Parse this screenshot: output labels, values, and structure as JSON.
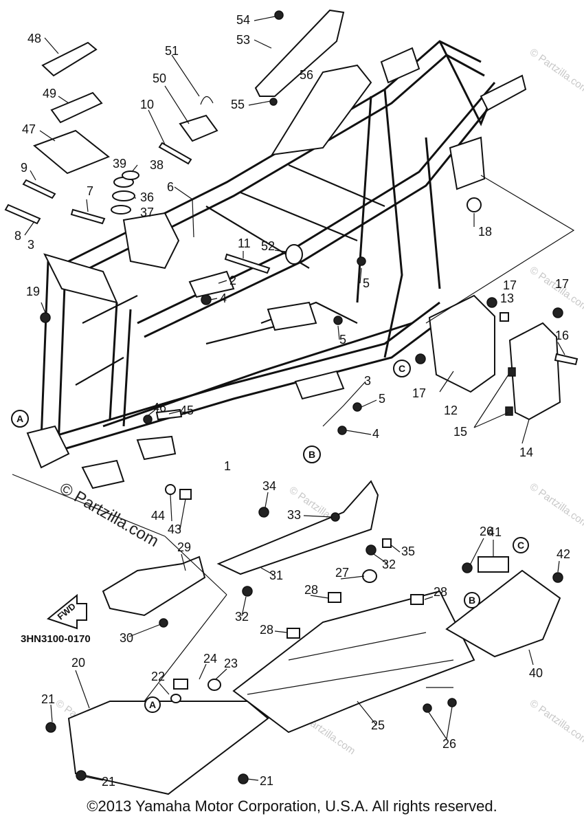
{
  "callouts": {
    "c1": "1",
    "c2": "2",
    "c3a": "3",
    "c3b": "3",
    "c4a": "4",
    "c4b": "4",
    "c5a": "5",
    "c5b": "5",
    "c5c": "5",
    "c6": "6",
    "c7": "7",
    "c8": "8",
    "c9": "9",
    "c10": "10",
    "c11": "11",
    "c12": "12",
    "c13": "13",
    "c14": "14",
    "c15": "15",
    "c16": "16",
    "c17a": "17",
    "c17b": "17",
    "c17c": "17",
    "c18": "18",
    "c19": "19",
    "c20": "20",
    "c21a": "21",
    "c21b": "21",
    "c21c": "21",
    "c22": "22",
    "c23": "23",
    "c24": "24",
    "c25": "25",
    "c26a": "26",
    "c26b": "26",
    "c27": "27",
    "c28a": "28",
    "c28b": "28",
    "c28c": "28",
    "c29": "29",
    "c30": "30",
    "c31": "31",
    "c32a": "32",
    "c32b": "32",
    "c33": "33",
    "c34": "34",
    "c35": "35",
    "c36": "36",
    "c37": "37",
    "c38": "38",
    "c39": "39",
    "c40": "40",
    "c41": "41",
    "c42": "42",
    "c43": "43",
    "c44": "44",
    "c45": "45",
    "c46": "46",
    "c47": "47",
    "c48": "48",
    "c49": "49",
    "c50": "50",
    "c51": "51",
    "c52": "52",
    "c53": "53",
    "c54": "54",
    "c55": "55",
    "c56": "56"
  },
  "refs": {
    "a1": "A",
    "a2": "A",
    "b1": "B",
    "b2": "B",
    "c1": "C",
    "c2": "C"
  },
  "part_code": "3HN3100-0170",
  "fwd_label": "FWD",
  "watermark": "© Partzilla.com",
  "copyright": "©2013 Yamaha Motor Corporation, U.S.A. All rights reserved."
}
